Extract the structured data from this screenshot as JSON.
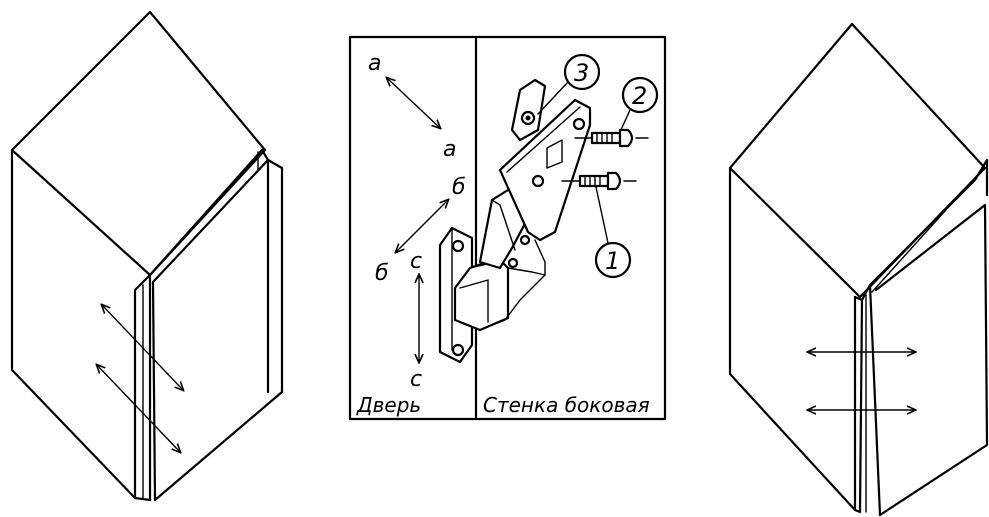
{
  "center_panel": {
    "door_label": "Дверь",
    "wall_label": "Стенка боковая"
  },
  "axis_labels": {
    "a_top": "а",
    "a_bottom": "а",
    "b_top": "б",
    "b_bottom": "б",
    "c_top": "с",
    "c_bottom": "с"
  },
  "callouts": {
    "n1": "1",
    "n2": "2",
    "n3": "3"
  }
}
